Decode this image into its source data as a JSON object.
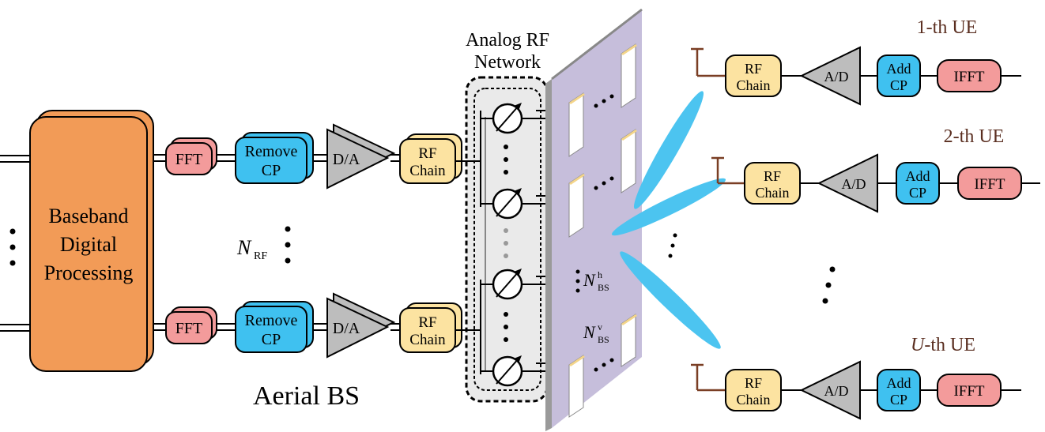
{
  "bs": {
    "baseband_label_lines": [
      "Baseband",
      "Digital",
      "Processing"
    ],
    "fft_label": "FFT",
    "remove_cp_lines": [
      "Remove",
      "CP"
    ],
    "dac_label": "D/A",
    "rf_chain_lines": [
      "RF",
      "Chain"
    ],
    "n_rf_main": "N",
    "n_rf_sub": "RF",
    "title": "Aerial BS"
  },
  "rf_network": {
    "title_lines": [
      "Analog RF",
      "Network"
    ]
  },
  "array": {
    "nh_main": "N",
    "nh_sub": "BS",
    "nh_sup": "h",
    "nv_main": "N",
    "nv_sub": "BS",
    "nv_sup": "v"
  },
  "ues": [
    {
      "label": "1-th UE",
      "prefix": "",
      "rest": "1-th UE"
    },
    {
      "label": "2-th UE",
      "prefix": "",
      "rest": "2-th UE"
    },
    {
      "label": "U-th UE",
      "prefix": "U",
      "rest": "-th UE"
    }
  ],
  "ue_blocks": {
    "rf_chain_lines": [
      "RF",
      "Chain"
    ],
    "adc_label": "A/D",
    "add_cp_lines": [
      "Add",
      "CP"
    ],
    "ifft_label": "IFFT"
  },
  "colors": {
    "baseband": "#F29B57",
    "fft": "#F39B9B",
    "remove_cp": "#3FC1F0",
    "dac_gray": "#BDBDBD",
    "rf_chain": "#FCE3A1",
    "panel": "#C6BEDB",
    "beam": "#4CC4F0",
    "ue_label": "#5A2E20",
    "antenna": "#7A3E24"
  }
}
